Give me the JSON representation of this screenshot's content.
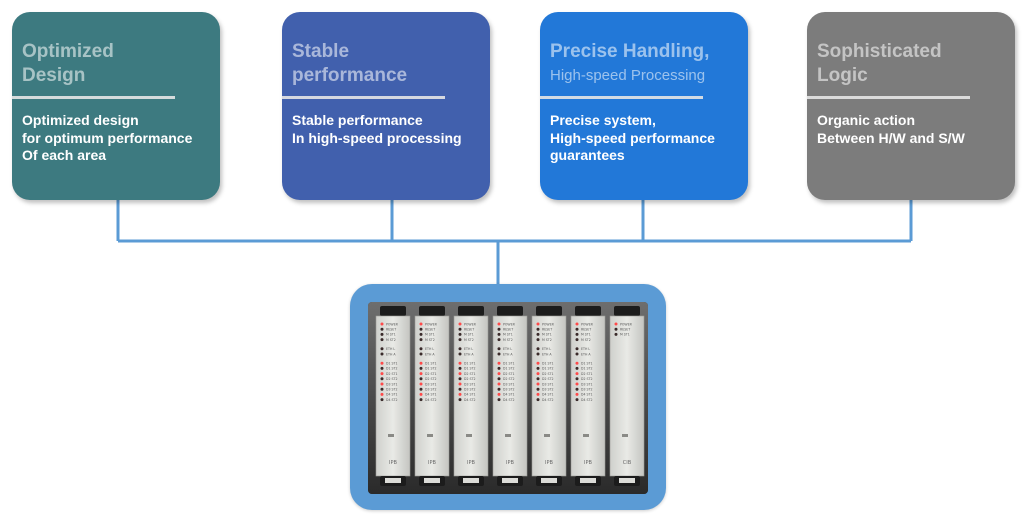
{
  "cards": [
    {
      "title_line1": "Optimized",
      "title_line2": "Design",
      "desc": [
        "Optimized design",
        "for optimum performance",
        "Of each area"
      ],
      "color": "#3d7a80"
    },
    {
      "title_line1": "Stable",
      "title_line2": "performance",
      "desc": [
        "Stable performance",
        "In high-speed processing"
      ],
      "color": "#4160ad"
    },
    {
      "title_line1": "Precise  Handling,",
      "title_line2": "High-speed  Processing",
      "desc": [
        "Precise system,",
        "High-speed performance",
        "guarantees"
      ],
      "color": "#2278d8"
    },
    {
      "title_line1": "Sophisticated",
      "title_line2": "Logic",
      "desc": [
        "Organic action",
        "Between H/W and S/W"
      ],
      "color": "#7c7c7c"
    }
  ],
  "photo": {
    "module_labels": [
      "IPB",
      "IPB",
      "IPB",
      "IPB",
      "IPB",
      "IPB",
      "CIB"
    ],
    "led_labels": [
      "POWER",
      "RESET",
      "M ST1",
      "M ST2",
      "ETH L",
      "ETH A",
      "D1 ST1",
      "D1 ST2",
      "D2 ST1",
      "D2 ST2",
      "D3 ST1",
      "D3 ST2",
      "D4 ST1",
      "D4 ST2"
    ],
    "frame_color": "#5b9bd5"
  },
  "connector_color": "#5b9bd5"
}
